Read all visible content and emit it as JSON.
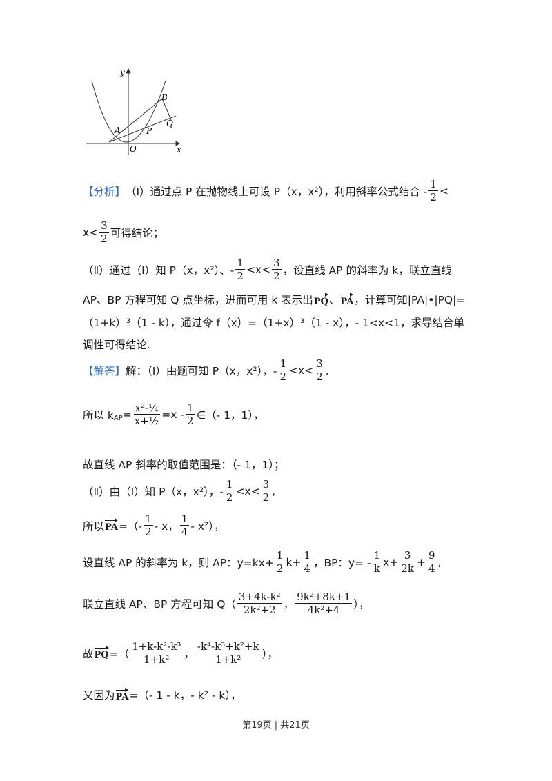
{
  "figure": {
    "labels": {
      "y": "y",
      "x": "x",
      "origin": "O",
      "A": "A",
      "B": "B",
      "P": "P",
      "Q": "Q"
    }
  },
  "analysis": {
    "tag": "【分析】",
    "part1_a": "（Ⅰ）通过点 P 在抛物线上可设 P（x，x²），利用斜率公式结合 -",
    "part1_b": "<",
    "part1_c": "x<",
    "part1_d": "可得结论；",
    "part2_a": "（Ⅱ）通过（Ⅰ）知 P（x，x²）、-",
    "part2_b": "<x<",
    "part2_c": "，设直线 AP 的斜率为 k，联立直线",
    "part2_d": "AP、BP 方程可知 Q 点坐标，进而可用 k 表示出",
    "part2_e": "、",
    "part2_f": "，计算可知|PA|•|PQ|=",
    "part2_g": "（1+k）³（1 - k），通过令 f（x）=（1+x）³（1 - x），- 1<x<1，求导结合单",
    "part2_h": "调性可得结论."
  },
  "solution": {
    "tag": "【解答】",
    "s1_a": "解：（Ⅰ）由题可知 P（x，x²），-",
    "s1_b": "<x<",
    "s1_c": ",",
    "s2_a": "所以 k",
    "s2_sub": "AP",
    "s2_b": "=",
    "s2_c": "=x -",
    "s2_d": "∈（- 1，1），",
    "s3": "故直线 AP 斜率的取值范围是：（- 1，1）；",
    "s4_a": "（Ⅱ）由（Ⅰ）知 P（x，x²），-",
    "s4_b": "<x<",
    "s4_c": ",",
    "s5_a": "所以",
    "s5_b": "=（-",
    "s5_c": "- x，",
    "s5_d": "- x²），",
    "s6_a": "设直线 AP 的斜率为 k，则 AP：y=kx+",
    "s6_b": "k+",
    "s6_c": "，BP：y= -",
    "s6_d": "x+",
    "s6_e": "+",
    "s6_f": ",",
    "s7_a": "联立直线 AP、BP 方程可知 Q（",
    "s7_b": "，",
    "s7_c": "），",
    "s8_a": "故",
    "s8_b": "=（",
    "s8_c": "，",
    "s8_d": "），",
    "s9_a": "又因为",
    "s9_b": "=（- 1 - k，- k² - k），"
  },
  "math": {
    "half_num": "1",
    "half_den": "2",
    "threehalf_num": "3",
    "threehalf_den": "2",
    "quarter_num": "1",
    "quarter_den": "4",
    "kap_num": "x²-¼",
    "kap_den": "x+½",
    "bp1_num": "1",
    "bp1_den": "k",
    "bp2_num": "3",
    "bp2_den": "2k",
    "bp3_num": "9",
    "bp3_den": "4",
    "qx_num": "3+4k-k²",
    "qx_den": "2k²+2",
    "qy_num": "9k²+8k+1",
    "qy_den": "4k²+4",
    "pqx_num": "1+k-k²-k³",
    "pqx_den": "1+k²",
    "pqy_num": "-k⁴-k³+k²+k",
    "pqy_den": "1+k²",
    "vec_PQ": "PQ",
    "vec_PA": "PA"
  },
  "footer": "第19页 | 共21页"
}
